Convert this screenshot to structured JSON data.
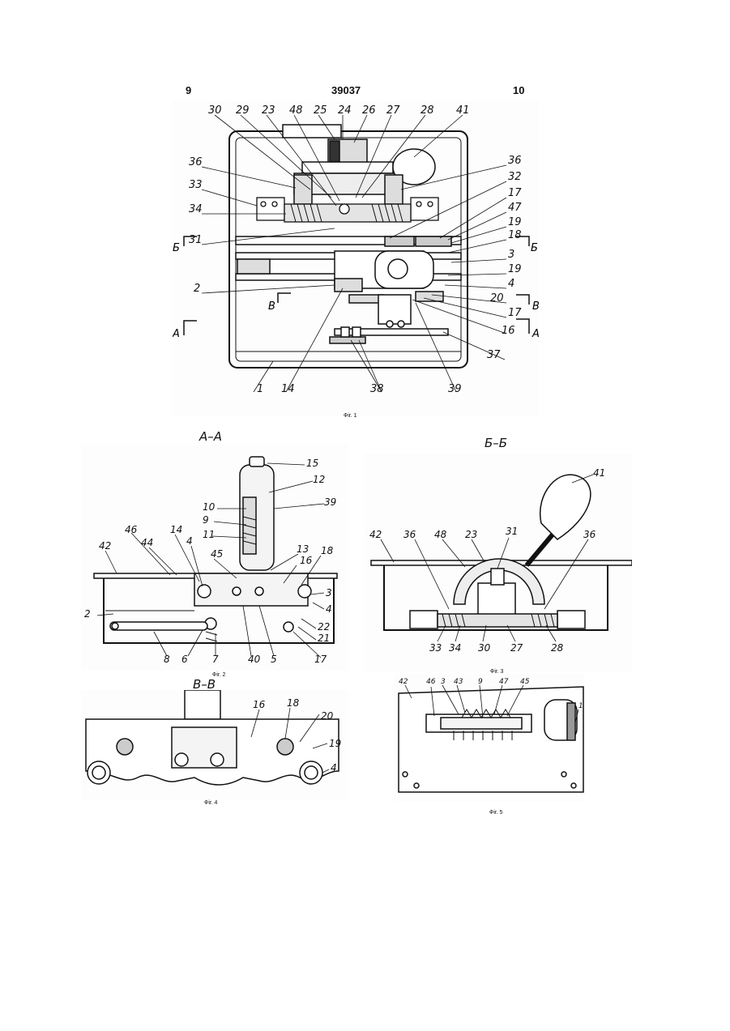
{
  "header": {
    "left": "9",
    "center": "39037",
    "right": "10"
  },
  "captions": {
    "fig1": "Фіг. 1",
    "fig2": "Фіг. 2",
    "fig3": "Фіг. 3",
    "fig4": "Фіг. 4",
    "fig5": "Фіг. 5"
  },
  "sections": {
    "a": "А–А",
    "b": "Б–Б",
    "v": "В–В",
    "mark_b": "Б",
    "mark_v": "В",
    "mark_a": "А"
  },
  "fig1_labels": {
    "top": [
      "30",
      "29",
      "23",
      "48",
      "25",
      "24",
      "26",
      "27",
      "28",
      "41"
    ],
    "left": [
      "36",
      "33",
      "34",
      "31",
      "2"
    ],
    "right": [
      "36",
      "32",
      "17",
      "47",
      "19",
      "18",
      "3",
      "19",
      "4",
      "20",
      "17",
      "16",
      "37"
    ],
    "bottom": [
      "1",
      "14",
      "38",
      "39"
    ]
  },
  "fig2_labels": [
    "15",
    "12",
    "39",
    "10",
    "9",
    "11",
    "13",
    "16",
    "18",
    "46",
    "42",
    "44",
    "14",
    "4",
    "45",
    "3",
    "4",
    "2",
    "22",
    "21",
    "17",
    "8",
    "6",
    "7",
    "40",
    "5"
  ],
  "fig3_labels": [
    "41",
    "42",
    "36",
    "48",
    "23",
    "31",
    "36",
    "33",
    "34",
    "30",
    "27",
    "28"
  ],
  "fig4_labels": [
    "16",
    "18",
    "20",
    "19",
    "4"
  ],
  "fig5_labels": [
    "42",
    "46",
    "3",
    "43",
    "9",
    "47",
    "45",
    "1"
  ]
}
